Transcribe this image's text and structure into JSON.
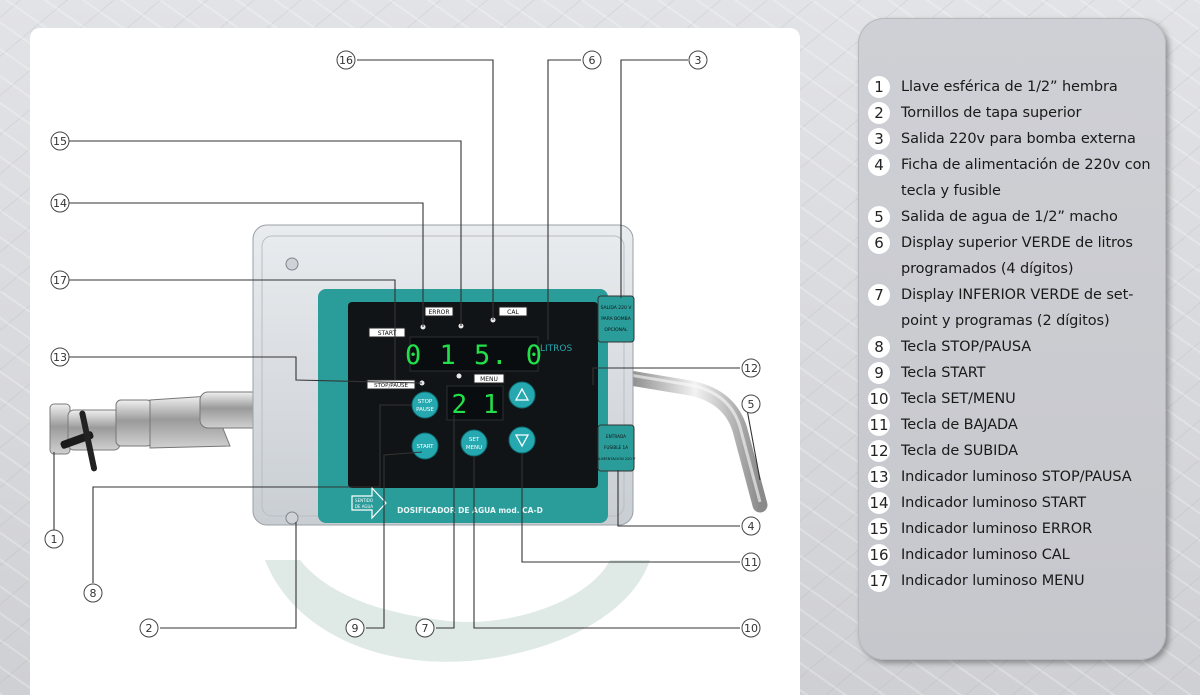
{
  "device": {
    "led_top": "0 1 5. 0",
    "led_top_unit": "LITROS",
    "led_bottom": "2 1",
    "indicator_error": "ERROR",
    "indicator_cal": "CAL",
    "indicator_start": "START",
    "indicator_stop": "STOP/PAUSE",
    "indicator_menu": "MENU",
    "btn_stop_line1": "STOP",
    "btn_stop_line2": "PAUSE",
    "btn_start": "START",
    "btn_set_line1": "SET",
    "btn_set_line2": "MENU",
    "brand_text": "DOSIFICADOR DE AGUA mod. CA-D",
    "arrow_line1": "SENTIDO",
    "arrow_line2": "DE AGUA",
    "side_label_top": [
      "SALIDA 220 V",
      "PARA BOMBA",
      "OPCIONAL"
    ],
    "side_label_bottom": [
      "ENTRADA",
      "FUSIBLE 1A",
      "ALIMENTACION 220 V"
    ]
  },
  "callouts": [
    "1",
    "2",
    "3",
    "4",
    "5",
    "6",
    "7",
    "8",
    "9",
    "10",
    "11",
    "12",
    "13",
    "14",
    "15",
    "16",
    "17"
  ],
  "legend": [
    {
      "num": "1",
      "text": "Llave esférica de 1/2” hembra"
    },
    {
      "num": "2",
      "text": "Tornillos de tapa superior"
    },
    {
      "num": "3",
      "text": "Salida 220v para bomba externa"
    },
    {
      "num": "4",
      "text": "Ficha de alimentación de 220v con tecla y fusible"
    },
    {
      "num": "5",
      "text": "Salida de agua de 1/2” macho"
    },
    {
      "num": "6",
      "text": "Display superior VERDE de litros programados (4 dígitos)"
    },
    {
      "num": "7",
      "text": "Display INFERIOR VERDE de set-point y programas (2 dígitos)"
    },
    {
      "num": "8",
      "text": "Tecla STOP/PAUSA"
    },
    {
      "num": "9",
      "text": "Tecla START"
    },
    {
      "num": "10",
      "text": "Tecla SET/MENU"
    },
    {
      "num": "11",
      "text": "Tecla de BAJADA"
    },
    {
      "num": "12",
      "text": "Tecla de SUBIDA"
    },
    {
      "num": "13",
      "text": "Indicador luminoso STOP/PAUSA"
    },
    {
      "num": "14",
      "text": "Indicador luminoso START"
    },
    {
      "num": "15",
      "text": "Indicador luminoso ERROR"
    },
    {
      "num": "16",
      "text": "Indicador luminoso CAL"
    },
    {
      "num": "17",
      "text": "Indicador luminoso MENU"
    }
  ],
  "colors": {
    "teal_panel": "#2a9c9a",
    "black_panel": "#111416",
    "led_green": "#22e04a",
    "button_teal": "#25a8b0",
    "legend_bg": "#c9cacf"
  }
}
